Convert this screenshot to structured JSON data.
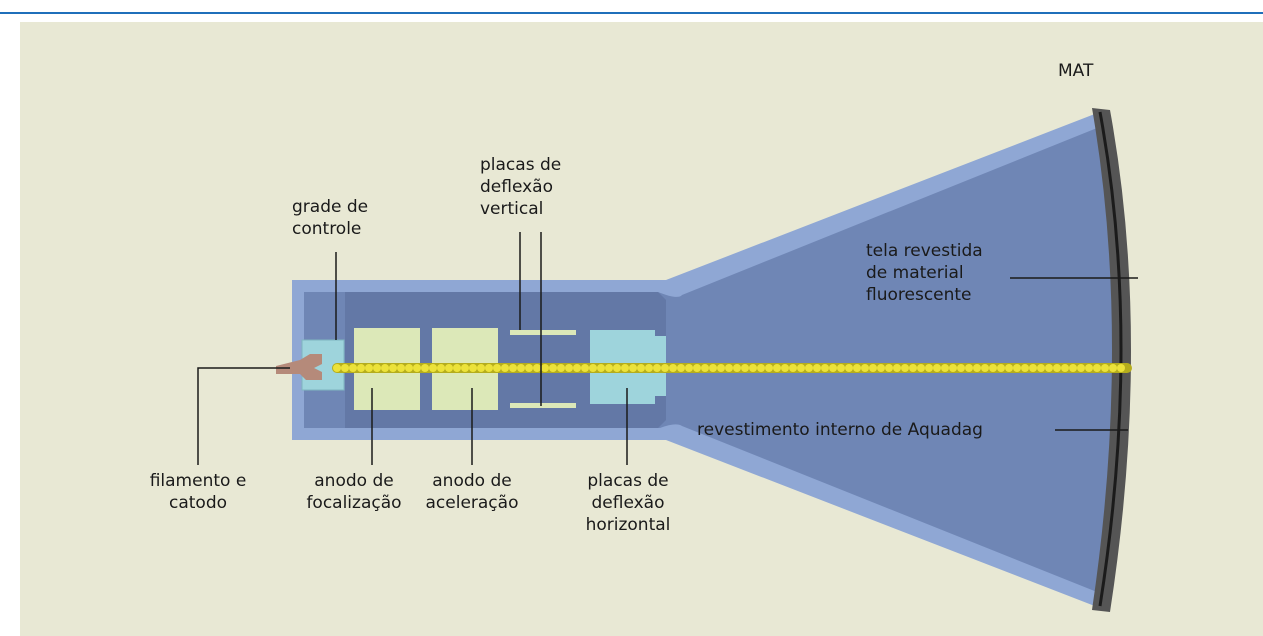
{
  "colors": {
    "background": "#e8e8d4",
    "rule": "#1f6fba",
    "glass": "#8fa7d4",
    "interior": "#6f86b5",
    "electrode": "#dce8b8",
    "deflection_plate": "#9ed4dc",
    "beam": "#e6dc2c",
    "screen_coating": "#3a3a3a"
  },
  "labels": {
    "mat": "MAT",
    "grade": [
      "grade de",
      "controle"
    ],
    "vertical": [
      "placas de",
      "deflexão",
      "vertical"
    ],
    "tela": [
      "tela revestida",
      "de material",
      "fluorescente"
    ],
    "aquadag": "revestimento interno de Aquadag",
    "filamento": [
      "filamento e",
      "catodo"
    ],
    "focalizacao": [
      "anodo de",
      "focalização"
    ],
    "aceleracao": [
      "anodo de",
      "aceleração"
    ],
    "horizontal": [
      "placas de",
      "deflexão",
      "horizontal"
    ]
  }
}
